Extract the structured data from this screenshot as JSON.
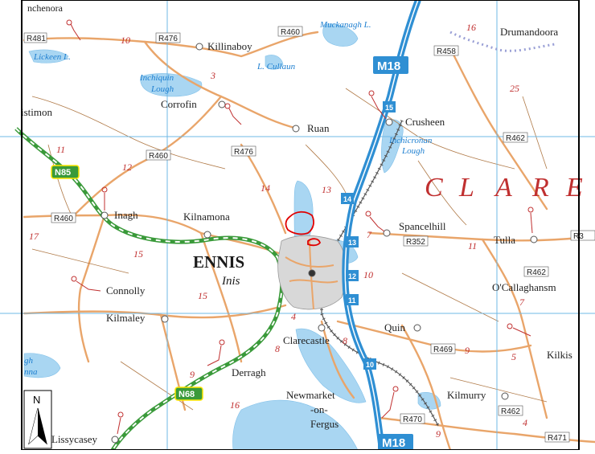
{
  "map": {
    "county_letters": [
      "C",
      "L",
      "A",
      "R",
      "E"
    ],
    "north_label": "N",
    "town": {
      "name": "ENNIS",
      "irish": "Inis"
    },
    "places": [
      {
        "key": "killinaboy",
        "label": "Killinaboy"
      },
      {
        "key": "corrofin",
        "label": "Corrofin"
      },
      {
        "key": "ruan",
        "label": "Ruan"
      },
      {
        "key": "crusheen",
        "label": "Crusheen"
      },
      {
        "key": "drumandoora",
        "label": "Drumandoora"
      },
      {
        "key": "inagh",
        "label": "Inagh"
      },
      {
        "key": "kilnamona",
        "label": "Kilnamona"
      },
      {
        "key": "spancelhill",
        "label": "Spancelhill"
      },
      {
        "key": "tulla",
        "label": "Tulla"
      },
      {
        "key": "connolly",
        "label": "Connolly"
      },
      {
        "key": "ocallaghansmills",
        "label": "O'Callaghansm"
      },
      {
        "key": "kilmaley",
        "label": "Kilmaley"
      },
      {
        "key": "clarecastle",
        "label": "Clarecastle"
      },
      {
        "key": "quin",
        "label": "Quin"
      },
      {
        "key": "kilkishen",
        "label": "Kilkis"
      },
      {
        "key": "derragh",
        "label": "Derragh"
      },
      {
        "key": "newmarket1",
        "label": "Newmarket"
      },
      {
        "key": "newmarket2",
        "label": "-on-"
      },
      {
        "key": "newmarket3",
        "label": "Fergus"
      },
      {
        "key": "kilmurry",
        "label": "Kilmurry"
      },
      {
        "key": "lissycasey",
        "label": "Lissycasey"
      },
      {
        "key": "ennistimon",
        "label": "istimon"
      },
      {
        "key": "inchenora",
        "label": "nchenora"
      }
    ],
    "water": [
      {
        "key": "muckanagh",
        "label": "Muckanagh L."
      },
      {
        "key": "lickeen",
        "label": "Lickeen L."
      },
      {
        "key": "inchiquin1",
        "label": "Inchiquin"
      },
      {
        "key": "inchiquin2",
        "label": "Lough"
      },
      {
        "key": "cullaun",
        "label": "L. Cullaun"
      },
      {
        "key": "inchicronan1",
        "label": "Inchicronan"
      },
      {
        "key": "inchicronan2",
        "label": "Lough"
      },
      {
        "key": "shannon1",
        "label": "gh"
      },
      {
        "key": "shannon2",
        "label": "nna"
      }
    ],
    "roads": [
      {
        "key": "r481",
        "label": "R481"
      },
      {
        "key": "r476a",
        "label": "R476"
      },
      {
        "key": "r460a",
        "label": "R460"
      },
      {
        "key": "r458",
        "label": "R458"
      },
      {
        "key": "r460b",
        "label": "R460"
      },
      {
        "key": "r476b",
        "label": "R476"
      },
      {
        "key": "r462a",
        "label": "R462"
      },
      {
        "key": "r460c",
        "label": "R460"
      },
      {
        "key": "r352",
        "label": "R352"
      },
      {
        "key": "r462b",
        "label": "R462"
      },
      {
        "key": "r469",
        "label": "R469"
      },
      {
        "key": "r462c",
        "label": "R462"
      },
      {
        "key": "r470",
        "label": "R470"
      },
      {
        "key": "r471",
        "label": "R471"
      },
      {
        "key": "r3",
        "label": "R3"
      }
    ],
    "motorway": [
      {
        "key": "m18top",
        "label": "M18"
      },
      {
        "key": "m18bot",
        "label": "M18"
      }
    ],
    "national": [
      {
        "key": "n85",
        "label": "N85"
      },
      {
        "key": "n68",
        "label": "N68"
      }
    ],
    "junctions": [
      "15",
      "14",
      "13",
      "12",
      "11",
      "10"
    ],
    "grid_numbers": [
      "10",
      "16",
      "25",
      "3",
      "11",
      "12",
      "14",
      "13",
      "17",
      "15",
      "7",
      "11",
      "10",
      "15",
      "7",
      "4",
      "8",
      "8",
      "9",
      "5",
      "9",
      "16",
      "9",
      "4"
    ],
    "colors": {
      "water": "#a9d6f2",
      "road": "#e9a56a",
      "motorway": "#2f8fd3",
      "national": "#3a9a3a",
      "grid": "#6fb8e6",
      "county_text": "#c03030",
      "site_outline": "#e00000"
    }
  }
}
